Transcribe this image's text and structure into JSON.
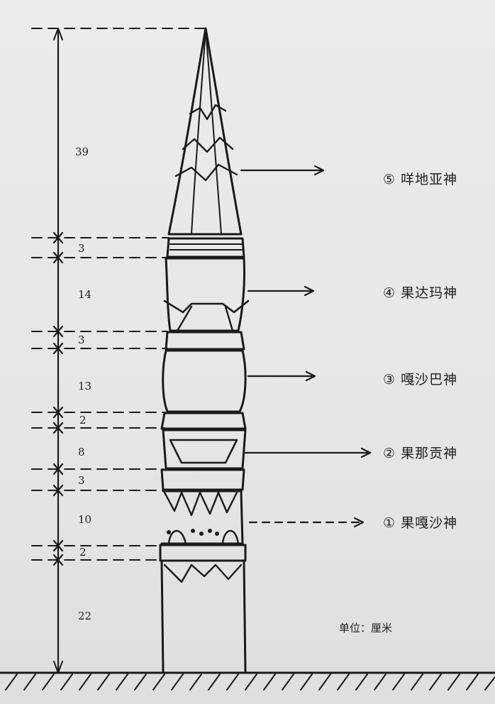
{
  "dimensions": [
    "39",
    "3",
    "14",
    "3",
    "13",
    "2",
    "8",
    "3",
    "10",
    "2",
    "22"
  ],
  "gods": [
    {
      "number": "⑤",
      "name": "咩地亚神"
    },
    {
      "number": "④",
      "name": "果达玛神"
    },
    {
      "number": "③",
      "name": "嘎沙巴神"
    },
    {
      "number": "②",
      "name": "果那贡神"
    },
    {
      "number": "①",
      "name": "果嘎沙神"
    }
  ],
  "unit": {
    "label": "单位",
    "separator": "：",
    "value": "厘米"
  },
  "colors": {
    "ink": "#1a1a1a",
    "paper": "#e9e9ea"
  }
}
